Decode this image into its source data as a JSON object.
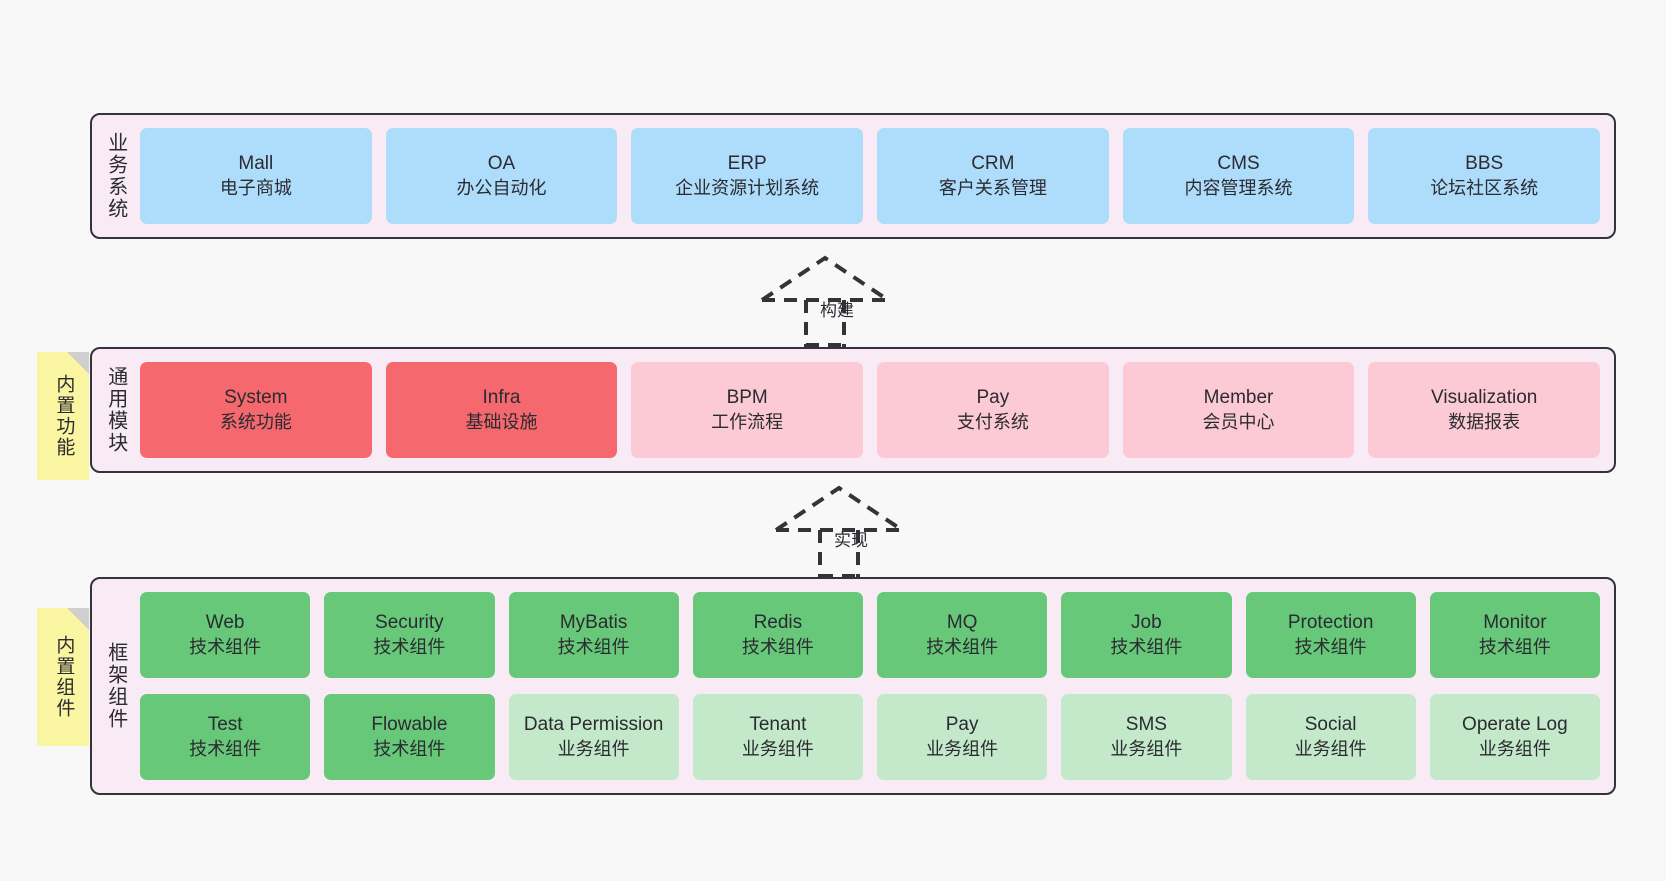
{
  "colors": {
    "canvas_bg": "#F8F8F8",
    "layer_bg": "#F8EBF6",
    "layer_border": "#33333A",
    "business_card": "#AEDCFB",
    "module_active": "#F4686E",
    "module_planned": "#FCCAD4",
    "tech_component": "#66C878",
    "business_component": "#C3E8CA",
    "sticky_note": "#FAF5A0",
    "sticky_fold": "#CFCFCF",
    "text": "#2B2B31"
  },
  "layers": {
    "business": {
      "label": "业务系统",
      "rows": [
        [
          {
            "en": "Mall",
            "cn": "电子商城"
          },
          {
            "en": "OA",
            "cn": "办公自动化"
          },
          {
            "en": "ERP",
            "cn": "企业资源计划系统"
          },
          {
            "en": "CRM",
            "cn": "客户关系管理"
          },
          {
            "en": "CMS",
            "cn": "内容管理系统"
          },
          {
            "en": "BBS",
            "cn": "论坛社区系统"
          }
        ]
      ]
    },
    "modules": {
      "label": "通用模块",
      "sticky": "内置功能",
      "rows": [
        [
          {
            "en": "System",
            "cn": "系统功能",
            "style": "active"
          },
          {
            "en": "Infra",
            "cn": "基础设施",
            "style": "active"
          },
          {
            "en": "BPM",
            "cn": "工作流程",
            "style": "planned"
          },
          {
            "en": "Pay",
            "cn": "支付系统",
            "style": "planned"
          },
          {
            "en": "Member",
            "cn": "会员中心",
            "style": "planned"
          },
          {
            "en": "Visualization",
            "cn": "数据报表",
            "style": "planned"
          }
        ]
      ]
    },
    "framework": {
      "label": "框架组件",
      "sticky": "内置组件",
      "rows": [
        [
          {
            "en": "Web",
            "cn": "技术组件"
          },
          {
            "en": "Security",
            "cn": "技术组件"
          },
          {
            "en": "MyBatis",
            "cn": "技术组件"
          },
          {
            "en": "Redis",
            "cn": "技术组件"
          },
          {
            "en": "MQ",
            "cn": "技术组件"
          },
          {
            "en": "Job",
            "cn": "技术组件"
          },
          {
            "en": "Protection",
            "cn": "技术组件"
          },
          {
            "en": "Monitor",
            "cn": "技术组件"
          }
        ],
        [
          {
            "en": "Test",
            "cn": "技术组件",
            "style": "tech"
          },
          {
            "en": "Flowable",
            "cn": "技术组件",
            "style": "tech"
          },
          {
            "en": "Data Permission",
            "cn": "业务组件",
            "style": "business"
          },
          {
            "en": "Tenant",
            "cn": "业务组件",
            "style": "business"
          },
          {
            "en": "Pay",
            "cn": "业务组件",
            "style": "business"
          },
          {
            "en": "SMS",
            "cn": "业务组件",
            "style": "business"
          },
          {
            "en": "Social",
            "cn": "业务组件",
            "style": "business"
          },
          {
            "en": "Operate Log",
            "cn": "业务组件",
            "style": "business"
          }
        ]
      ]
    }
  },
  "arrows": {
    "build": {
      "label": "构建"
    },
    "implement": {
      "label": "实现"
    }
  }
}
